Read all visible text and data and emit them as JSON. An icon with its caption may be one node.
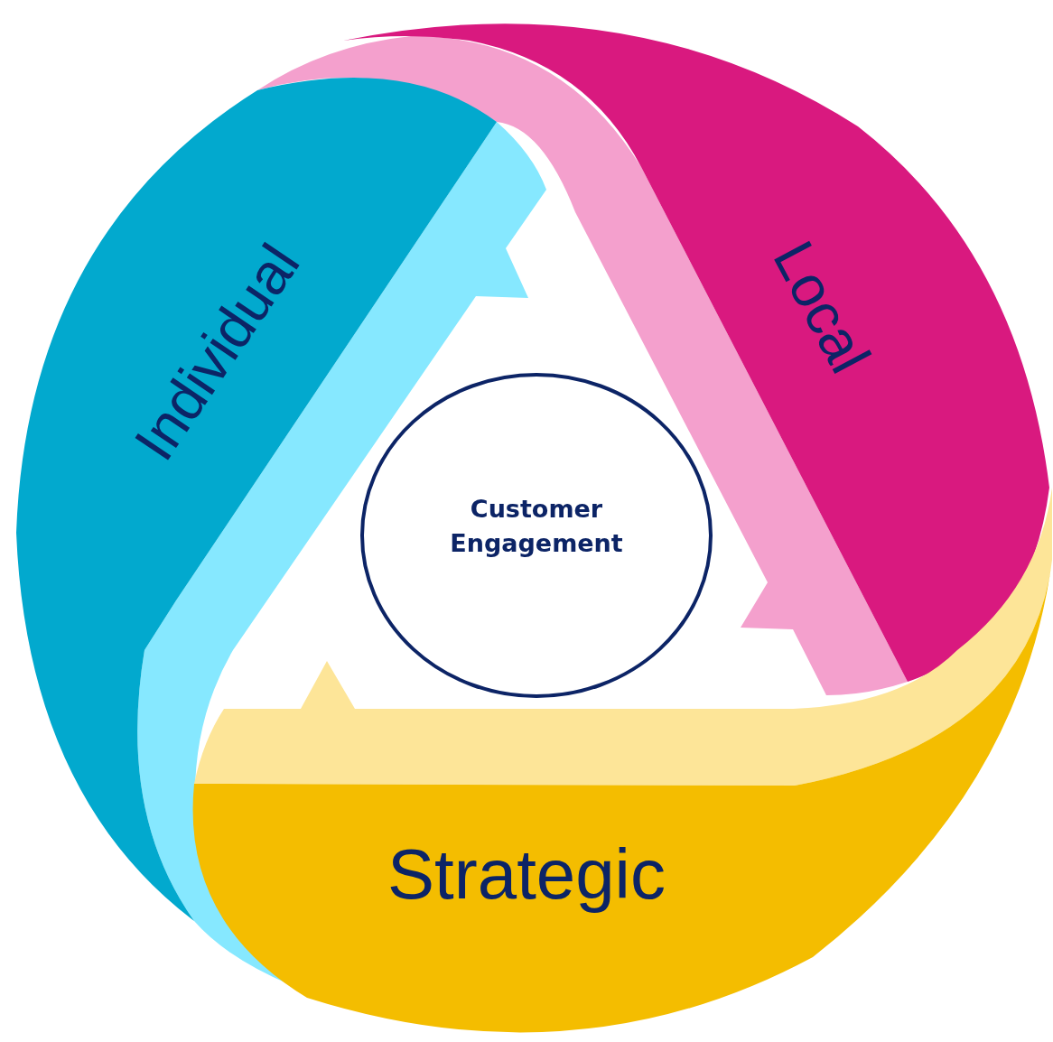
{
  "diagram": {
    "nodes": [
      {
        "text": [
          "Individual"
        ]
      },
      {
        "text": [
          "Local"
        ]
      },
      {
        "text": [
          "Strategic"
        ]
      },
      {
        "text": [
          "Customer Engagement"
        ]
      }
    ]
  }
}
